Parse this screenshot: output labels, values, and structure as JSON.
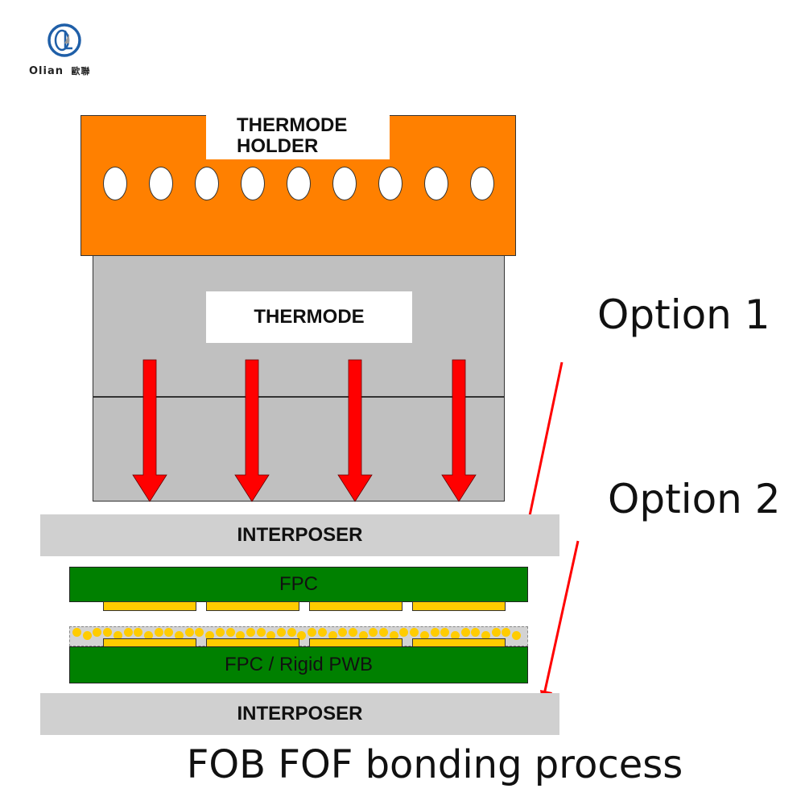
{
  "logo": {
    "brand": "Olian",
    "brand_cn": "歐聯",
    "monogram": "OL"
  },
  "thermode_holder": {
    "label": "THERMODE HOLDER",
    "line1": "THERMODE",
    "line2": "HOLDER",
    "hole_count": 9
  },
  "thermode": {
    "label": "THERMODE",
    "force_arrow_count": 4
  },
  "interposer_top": {
    "label": "INTERPOSER"
  },
  "fpc_top": {
    "label": "FPC"
  },
  "fpc_bottom": {
    "label": "FPC / Rigid PWB"
  },
  "interposer_bottom": {
    "label": "INTERPOSER"
  },
  "options": [
    {
      "label": "Option 1"
    },
    {
      "label": "Option 2"
    }
  ],
  "caption": "FOB FOF bonding process",
  "colors": {
    "holder": "#ff8000",
    "thermode": "#c0c0c0",
    "interposer": "#d0d0d0",
    "fpc": "#008000",
    "pad": "#ffcc00",
    "arrow": "#ff0000"
  }
}
